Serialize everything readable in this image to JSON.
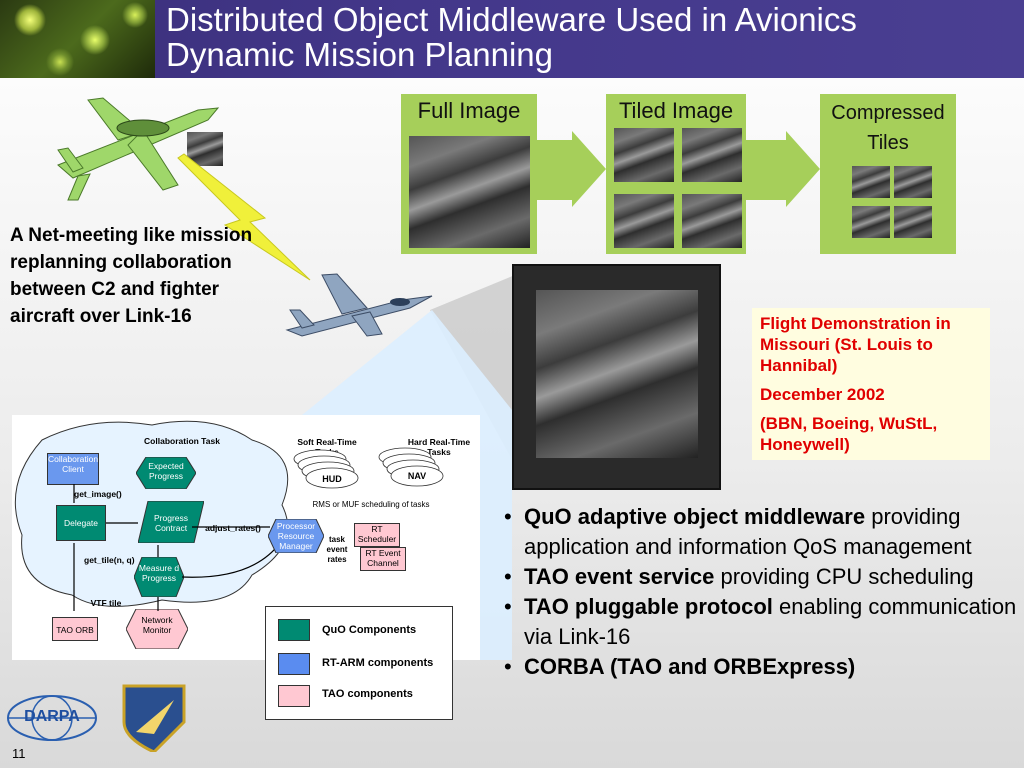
{
  "title": {
    "line1": "Distributed Object Middleware Used in Avionics",
    "line2": "Dynamic Mission Planning"
  },
  "panels": {
    "full_image": "Full Image",
    "tiled_image": "Tiled Image",
    "compressed_line1": "Compressed",
    "compressed_line2": "Tiles"
  },
  "lead_text": "A Net-meeting like mission replanning collaboration between C2 and fighter aircraft over Link-16",
  "flight_box": {
    "line1": "Flight Demonstration in Missouri (St. Louis to Hannibal)",
    "line2": "December 2002",
    "line3": "(BBN, Boeing, WuStL, Honeywell)"
  },
  "bullets": [
    {
      "bold": "QuO adaptive object middleware",
      "text": " providing application and information QoS management"
    },
    {
      "bold": "TAO event service",
      "text": " providing CPU scheduling"
    },
    {
      "bold": "TAO pluggable protocol",
      "text": " enabling communication via Link-16"
    },
    {
      "bold": "CORBA (TAO and ORBExpress)",
      "text": ""
    }
  ],
  "diagram": {
    "collab_task": "Collaboration Task",
    "collab_client": "Collaboration Client",
    "expected_progress": "Expected Progress",
    "get_image": "get_image()",
    "delegate": "Delegate",
    "progress_contract": "Progress Contract",
    "adjust_rates": "adjust_rates()",
    "get_tile": "get_tile(n, q)",
    "measured_progress": "Measure d Progress",
    "vtf_tile": "VTF tile",
    "tao_orb": "TAO ORB",
    "network_monitor": "Network Monitor",
    "soft_rt": "Soft Real-Time Tasks",
    "hard_rt": "Hard Real-Time Tasks",
    "hud": "HUD",
    "nav": "NAV",
    "rms_muf": "RMS or MUF scheduling of tasks",
    "processor_rm": "Processor Resource Manager",
    "task_event_rates": "task event rates",
    "rt_scheduler": "RT Scheduler",
    "rt_event_channel": "RT Event Channel"
  },
  "legend": {
    "quo": "QuO Components",
    "rtarm": "RT-ARM components",
    "tao": "TAO components"
  },
  "logos": {
    "darpa": "DARPA"
  },
  "page_number": "11",
  "colors": {
    "title_bg": "#43378a",
    "panel_green": "#a6cf5a",
    "quo_teal": "#008a72",
    "rtarm_blue": "#5a8cf0",
    "tao_pink": "#ffc8d2",
    "flight_red": "#e00000",
    "flight_bg": "#fffde0"
  }
}
